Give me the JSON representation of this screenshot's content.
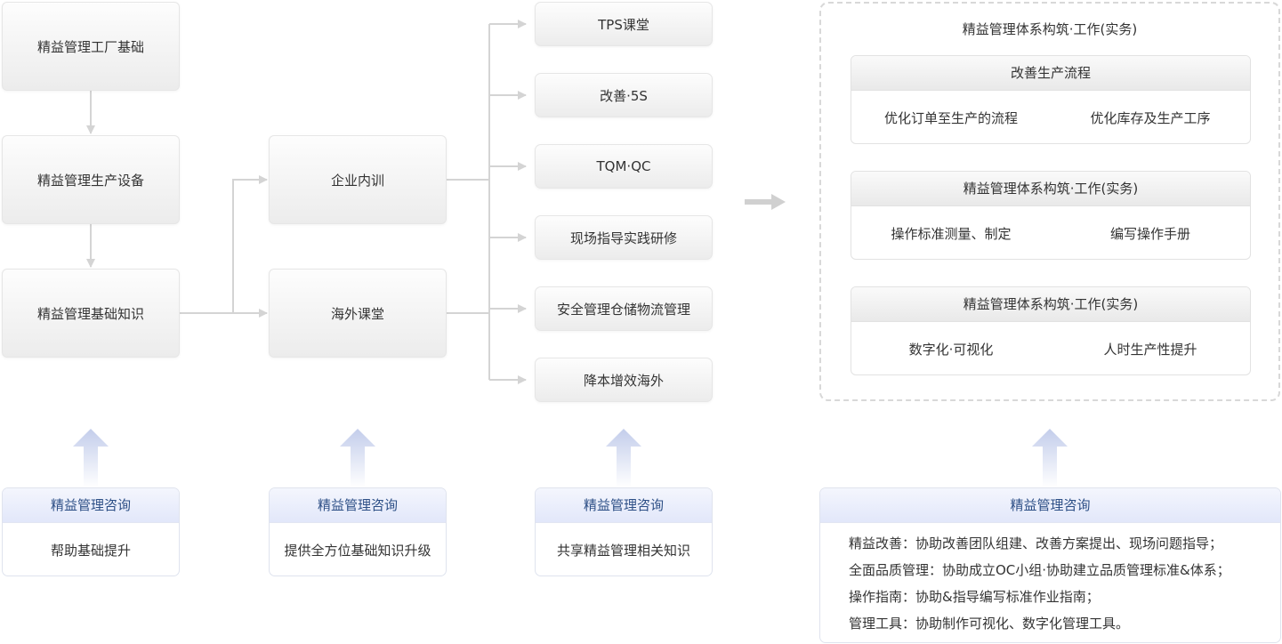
{
  "left_column": [
    "精益管理工厂基础",
    "精益管理生产设备",
    "精益管理基础知识"
  ],
  "middle_column": [
    "企业内训",
    "海外课堂"
  ],
  "courses": [
    "TPS课堂",
    "改善·5S",
    "TQM·QC",
    "现场指导实践研修",
    "安全管理仓储物流管理",
    "降本增效海外"
  ],
  "panel": {
    "title": "精益管理体系构筑·工作(实务)",
    "cards": [
      {
        "head": "改善生产流程",
        "items": [
          "优化订单至生产的流程",
          "优化库存及生产工序"
        ]
      },
      {
        "head": "精益管理体系构筑·工作(实务)",
        "items": [
          "操作标准测量、制定",
          "编写操作手册"
        ]
      },
      {
        "head": "精益管理体系构筑·工作(实务)",
        "items": [
          "数字化·可视化",
          "人时生产性提升"
        ]
      }
    ]
  },
  "consult": [
    {
      "head": "精益管理咨询",
      "body": "帮助基础提升"
    },
    {
      "head": "精益管理咨询",
      "body": "提供全方位基础知识升级"
    },
    {
      "head": "精益管理咨询",
      "body": "共享精益管理相关知识"
    }
  ],
  "consult_wide": {
    "head": "精益管理咨询",
    "lines": [
      "精益改善：协助改善团队组建、改善方案提出、现场问题指导；",
      "全面品质管理：协助成立OC小组·协助建立品质管理标准&体系；",
      "操作指南：协助&指导编写标准作业指南；",
      "管理工具：协助制作可视化、数字化管理工具。"
    ]
  },
  "colors": {
    "line": "#d4d4d4",
    "consult_head_text": "#2d4f86",
    "up_arrow": "#c9d3ee"
  }
}
